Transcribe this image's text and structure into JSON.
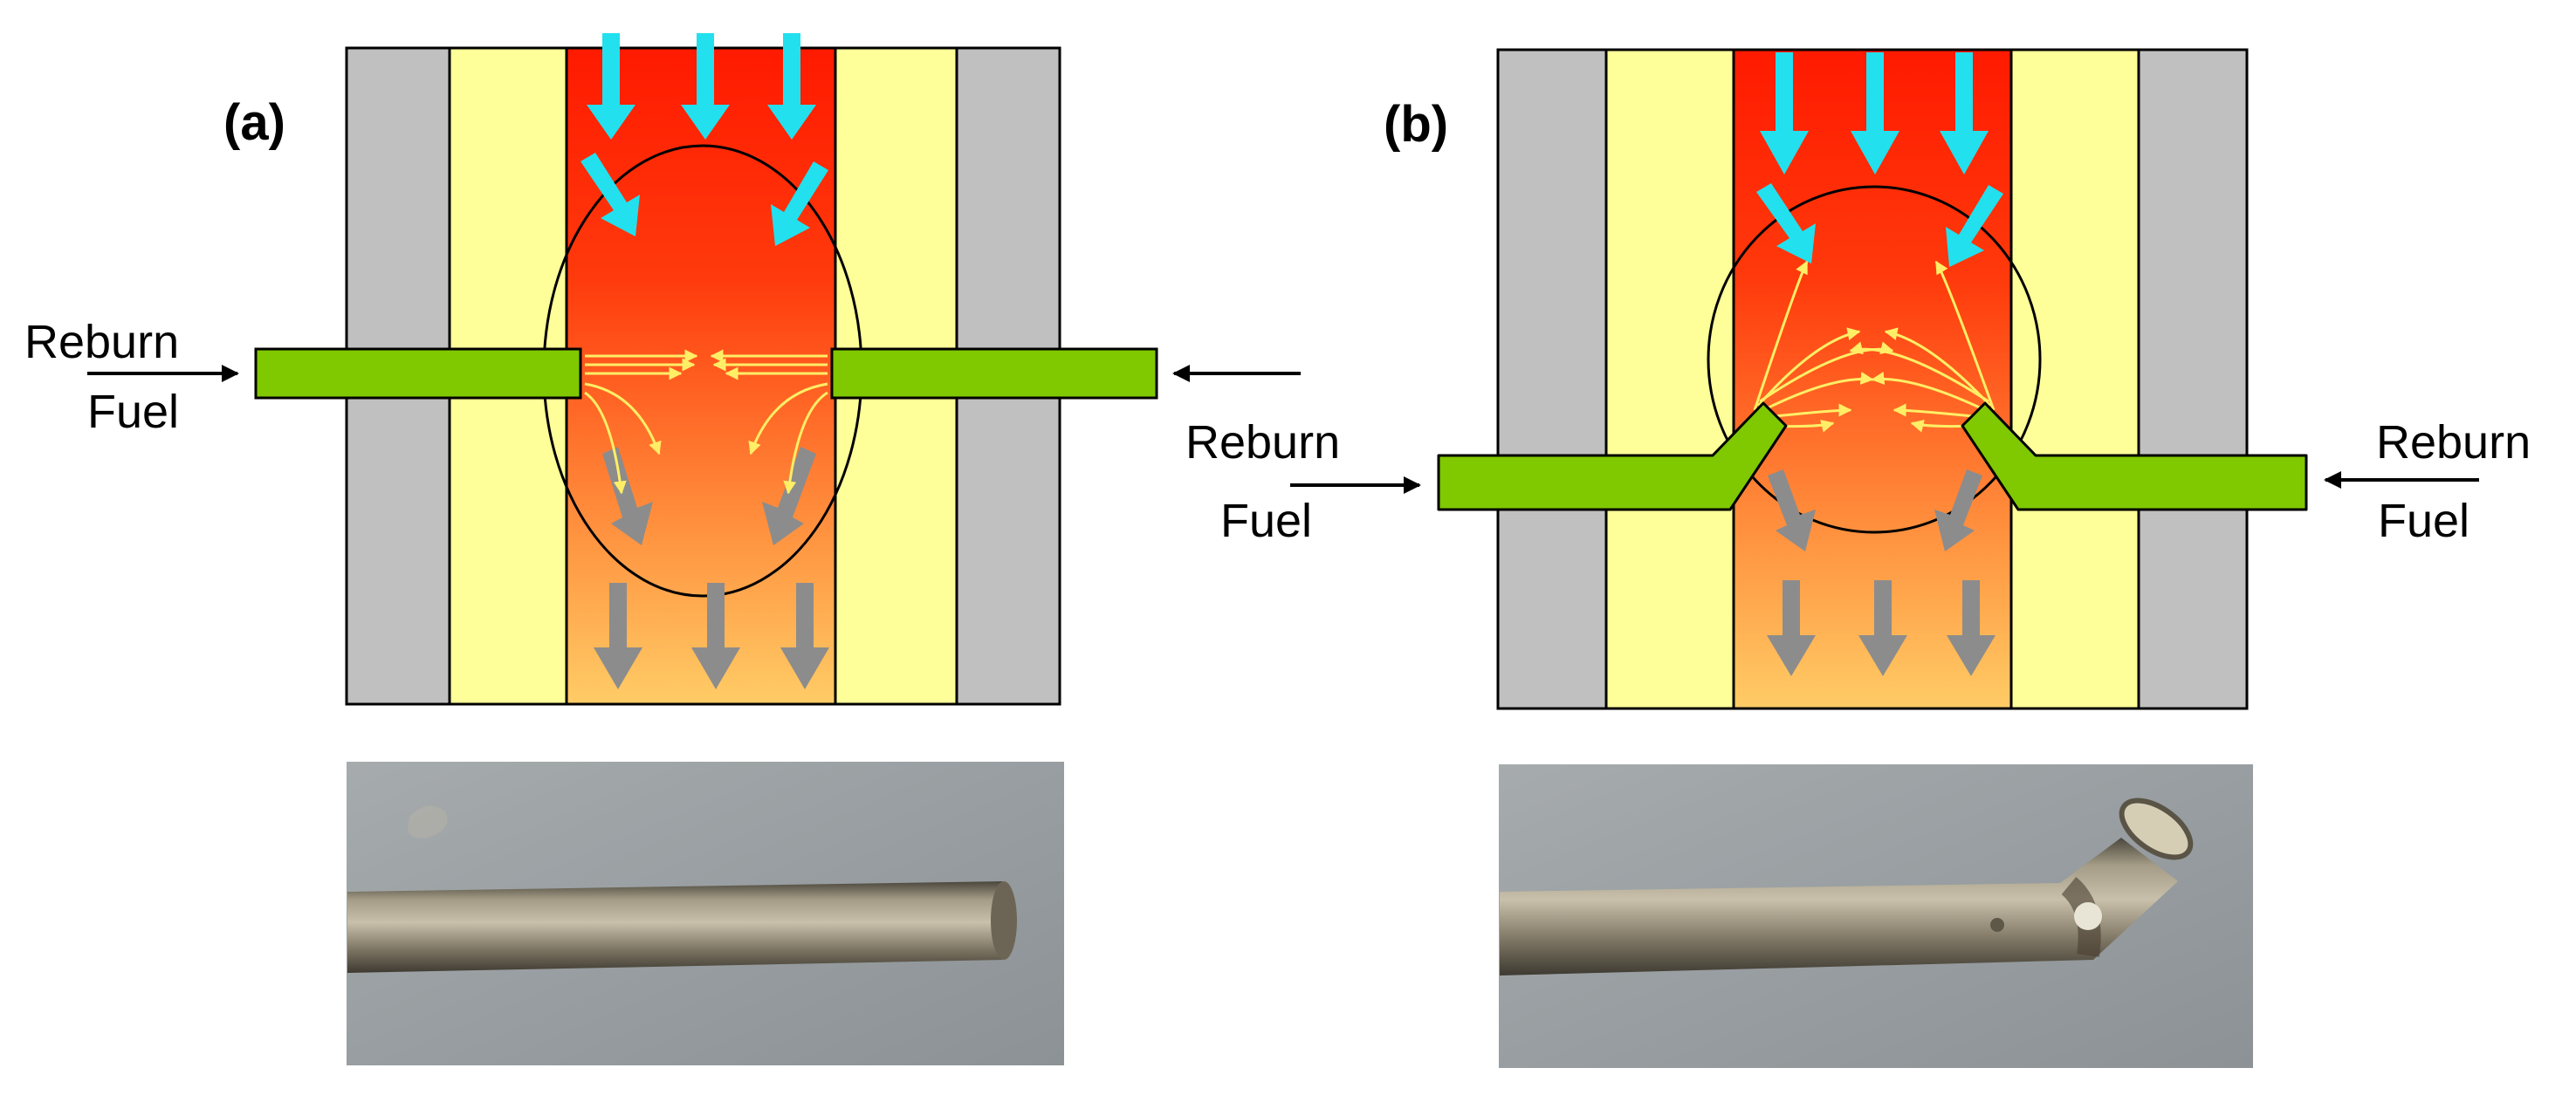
{
  "panels": [
    {
      "id": "a",
      "label": "(a)",
      "left_label": [
        "Reburn",
        "Fuel"
      ],
      "right_label": [
        "",
        ""
      ]
    },
    {
      "id": "b",
      "label": "(b)",
      "left_label": [
        "Reburn",
        "Fuel"
      ],
      "right_label": [
        "Reburn",
        "Fuel"
      ]
    }
  ],
  "colors": {
    "wall": "#c0c0c0",
    "refractory": "#ffff99",
    "flame_top": "#ff1a00",
    "flame_bottom": "#ffcc66",
    "nozzle": "#80c800",
    "air_arrow": "#22e0ee",
    "flue_arrow": "#8c8c8c",
    "jet": "#ffee66",
    "photo_bg": "#9aa0a3",
    "pipe": "#8a8270"
  },
  "photos": [
    {
      "name": "straight-nozzle-photo"
    },
    {
      "name": "bent-nozzle-photo"
    }
  ]
}
